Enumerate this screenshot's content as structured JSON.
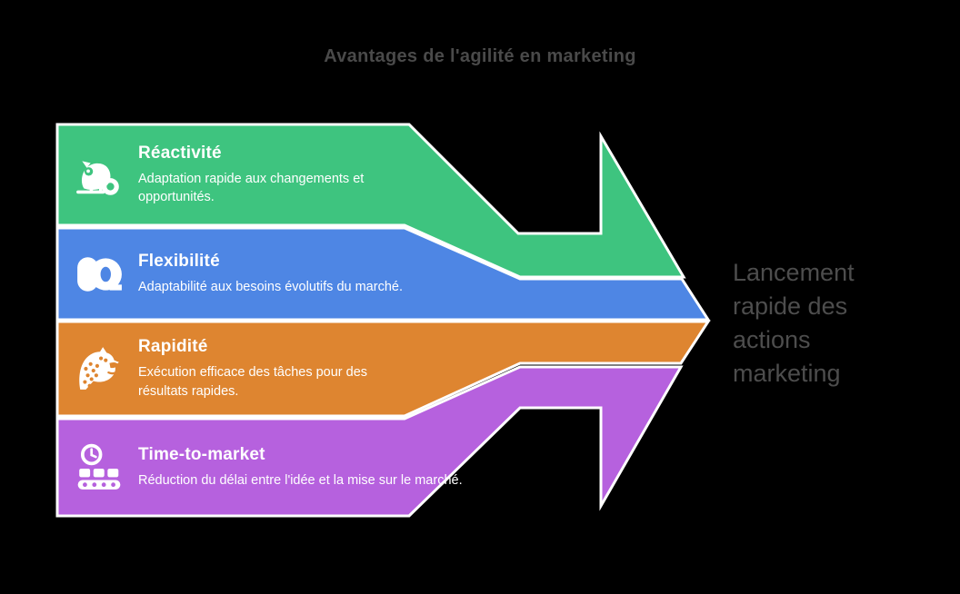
{
  "title": "Avantages de l'agilité en marketing",
  "arrow_label": "Lancement rapide des actions marketing",
  "colors": {
    "background": "#000000",
    "title_text": "#4A4A4A",
    "arrow_label_text": "#4D4D4D",
    "band_text": "#FFFFFF",
    "outline": "#FFFFFF"
  },
  "bands": [
    {
      "title": "Réactivité",
      "description": "Adaptation rapide aux changements et opportunités.",
      "color": "#3EC47F",
      "icon": "chameleon-icon"
    },
    {
      "title": "Flexibilité",
      "description": "Adaptabilité aux besoins évolutifs du marché.",
      "color": "#4E86E4",
      "icon": "tape-roll-icon"
    },
    {
      "title": "Rapidité",
      "description": "Exécution efficace des tâches pour des résultats rapides.",
      "color": "#DE8530",
      "icon": "leopard-icon"
    },
    {
      "title": "Time-to-market",
      "description": "Réduction du délai entre l'idée et la mise sur le marché.",
      "color": "#B661DE",
      "icon": "conveyor-clock-icon"
    }
  ]
}
